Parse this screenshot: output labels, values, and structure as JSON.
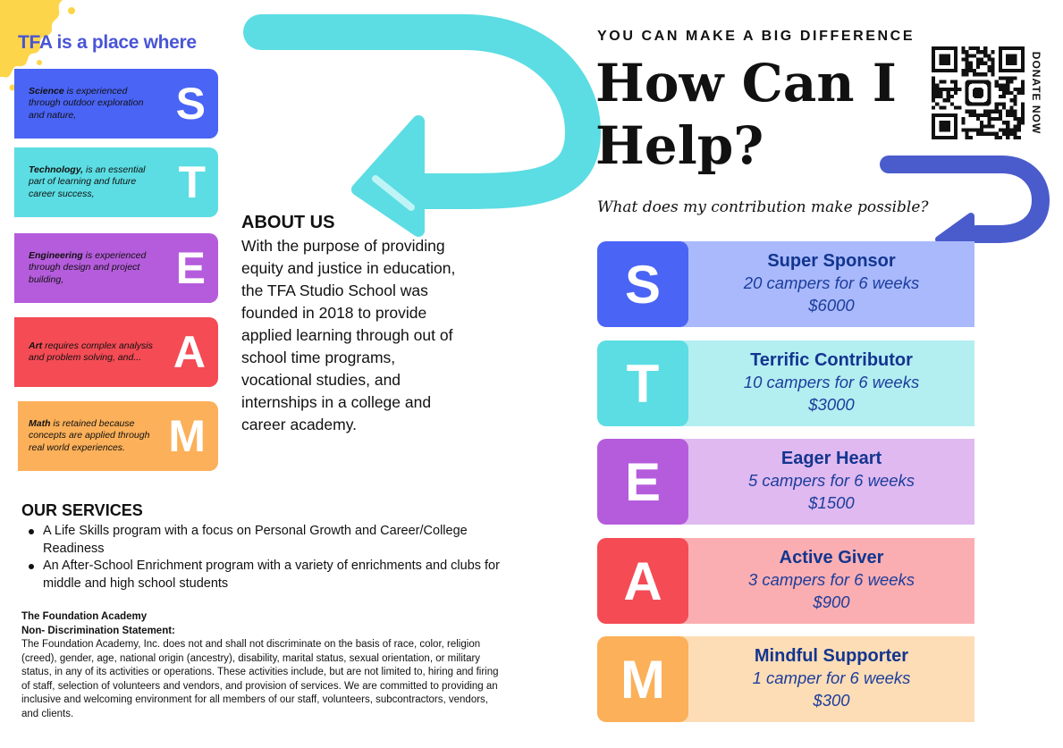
{
  "left_panel": {
    "title": "TFA is a place where",
    "stem": [
      {
        "letter": "S",
        "keyword": "Science",
        "text": " is experienced through outdoor exploration and nature,",
        "color": "#4a64f5"
      },
      {
        "letter": "T",
        "keyword": "Technology,",
        "text": " is an essential part of learning and future career success,",
        "color": "#5bdde3"
      },
      {
        "letter": "E",
        "keyword": "Engineering",
        "text": " is experienced through design and project building,",
        "color": "#b55cdc"
      },
      {
        "letter": "A",
        "keyword": "Art",
        "text": " requires complex analysis and problem solving, and...",
        "color": "#f44b55"
      },
      {
        "letter": "M",
        "keyword": "Math",
        "text": " is retained because concepts are applied through real world experiences.",
        "color": "#fbb059"
      }
    ]
  },
  "about": {
    "title": "ABOUT US",
    "body": "With the purpose of providing equity and justice in education, the TFA Studio School was founded in 2018 to provide applied learning through out of school time programs, vocational studies, and internships in a college and career academy."
  },
  "services": {
    "title": "OUR SERVICES",
    "items": [
      "A Life Skills program with a focus on Personal Growth and Career/College Readiness",
      "An After-School Enrichment program with a variety of enrichments and clubs for middle and high school students"
    ]
  },
  "nondiscrimination": {
    "org": "The Foundation Academy",
    "heading": "Non- Discrimination Statement:",
    "body": "The Foundation Academy, Inc. does not and shall not discriminate on the basis of race, color, religion (creed), gender, age, national origin (ancestry), disability, marital status, sexual orientation, or military status, in any of its activities or operations. These activities include, but are not limited to, hiring and firing of staff, selection of volunteers and vendors, and provision of services. We are committed to providing an inclusive and welcoming environment for all members of our staff, volunteers, subcontractors, vendors, and clients."
  },
  "right_panel": {
    "kicker": "YOU CAN MAKE A BIG DIFFERENCE",
    "headline": "How Can I Help?",
    "subhead": "What does my contribution make possible?",
    "donate_label": "DONATE NOW",
    "tiers": [
      {
        "letter": "S",
        "name": "Super Sponsor",
        "detail": "20 campers for 6 weeks",
        "amount": "$6000",
        "tile_color": "#4a64f5",
        "band_color": "#a9b9fb"
      },
      {
        "letter": "T",
        "name": "Terrific Contributor",
        "detail": "10 campers for 6 weeks",
        "amount": "$3000",
        "tile_color": "#5bdde3",
        "band_color": "#b3eef1"
      },
      {
        "letter": "E",
        "name": "Eager Heart",
        "detail": "5 campers for 6 weeks",
        "amount": "$1500",
        "tile_color": "#b55cdc",
        "band_color": "#dfb9f0"
      },
      {
        "letter": "A",
        "name": "Active Giver",
        "detail": "3 campers for 6 weeks",
        "amount": "$900",
        "tile_color": "#f44b55",
        "band_color": "#fbaeb1"
      },
      {
        "letter": "M",
        "name": "Mindful Supporter",
        "detail": "1 camper for 6 weeks",
        "amount": "$300",
        "tile_color": "#fbb059",
        "band_color": "#fdddb6"
      }
    ]
  },
  "colors": {
    "title_blue": "#4a55d6",
    "arrow_cyan": "#5bdde3",
    "arrow_blue": "#4a5ccc",
    "splash_yellow": "#fdd54a"
  }
}
